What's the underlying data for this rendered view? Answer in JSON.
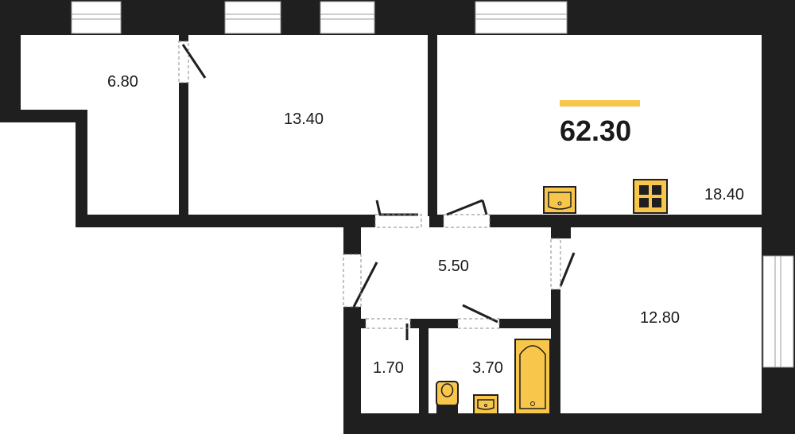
{
  "plan": {
    "total_area": "62.30",
    "accent_color": "#f7c64b",
    "wall_color": "#1f1f1f",
    "rooms": [
      {
        "id": "room-a",
        "area": "6.80"
      },
      {
        "id": "room-b",
        "area": "13.40"
      },
      {
        "id": "room-c",
        "area": "18.40"
      },
      {
        "id": "room-d",
        "area": "5.50"
      },
      {
        "id": "room-e",
        "area": "12.80"
      },
      {
        "id": "room-f",
        "area": "1.70"
      },
      {
        "id": "room-g",
        "area": "3.70"
      }
    ],
    "fixtures": [
      "kitchen-sink-icon",
      "stove-icon",
      "bathtub-icon",
      "toilet-icon",
      "bathroom-sink-icon"
    ]
  }
}
